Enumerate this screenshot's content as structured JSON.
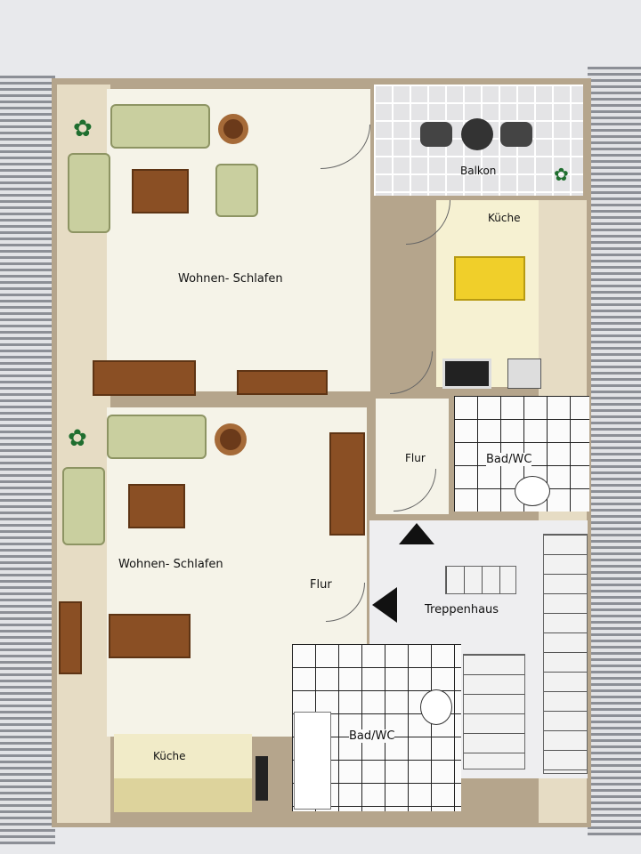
{
  "rooms": {
    "living_top": "Wohnen- Schlafen",
    "balcony": "Balkon",
    "kitchen_top": "Küche",
    "hall_right": "Flur",
    "bath_right": "Bad/WC",
    "living_bottom": "Wohnen- Schlafen",
    "hall_bottom": "Flur",
    "staircase": "Treppenhaus",
    "bath_bottom": "Bad/WC",
    "kitchen_bottom": "Küche"
  },
  "colors": {
    "wall": "#b5a58c",
    "floor": "#f5f3e8",
    "roof": "#8c8f96",
    "kitchen_table": "#f0cf2a"
  },
  "icons": [
    "plant-icon",
    "sofa-icon",
    "armchair-icon",
    "rug-icon",
    "table-icon",
    "stove-icon",
    "sink-icon",
    "toilet-icon",
    "arrow-up-icon",
    "arrow-left-icon"
  ]
}
